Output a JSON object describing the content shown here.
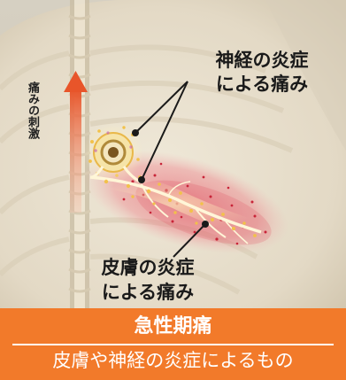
{
  "labels": {
    "nerve_inflammation": "神経の炎症による痛み",
    "skin_inflammation": "皮膚の炎症による痛み",
    "pain_stimulus": "痛みの刺激"
  },
  "banner": {
    "title": "急性期痛",
    "subtitle": "皮膚や神経の炎症によるもの",
    "color": "#f27a2a"
  },
  "colors": {
    "background": "#d8d2c3",
    "skin": "#e6ddcb",
    "arrow": "#e8552a",
    "inflammation": "#e0344a",
    "nerve": "#f6e0a0"
  }
}
